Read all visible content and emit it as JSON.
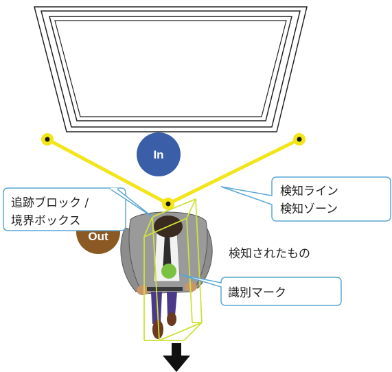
{
  "badges": {
    "in_label": "In",
    "out_label": "Out"
  },
  "callouts": {
    "tracking_line1": "追跡ブロック /",
    "tracking_line2": "境界ボックス",
    "detection_line1": "検知ライン",
    "detection_line2": "検知ゾーン",
    "detected_label": "検知されたもの",
    "id_mark_label": "識別マーク"
  },
  "colors": {
    "in_badge": "#3a5ea8",
    "out_badge": "#8b5a24",
    "detection_line": "#f2e51a",
    "bounding_box": "#cfe23a",
    "id_mark": "#7bc242",
    "callout_border": "#5aa6d4"
  }
}
